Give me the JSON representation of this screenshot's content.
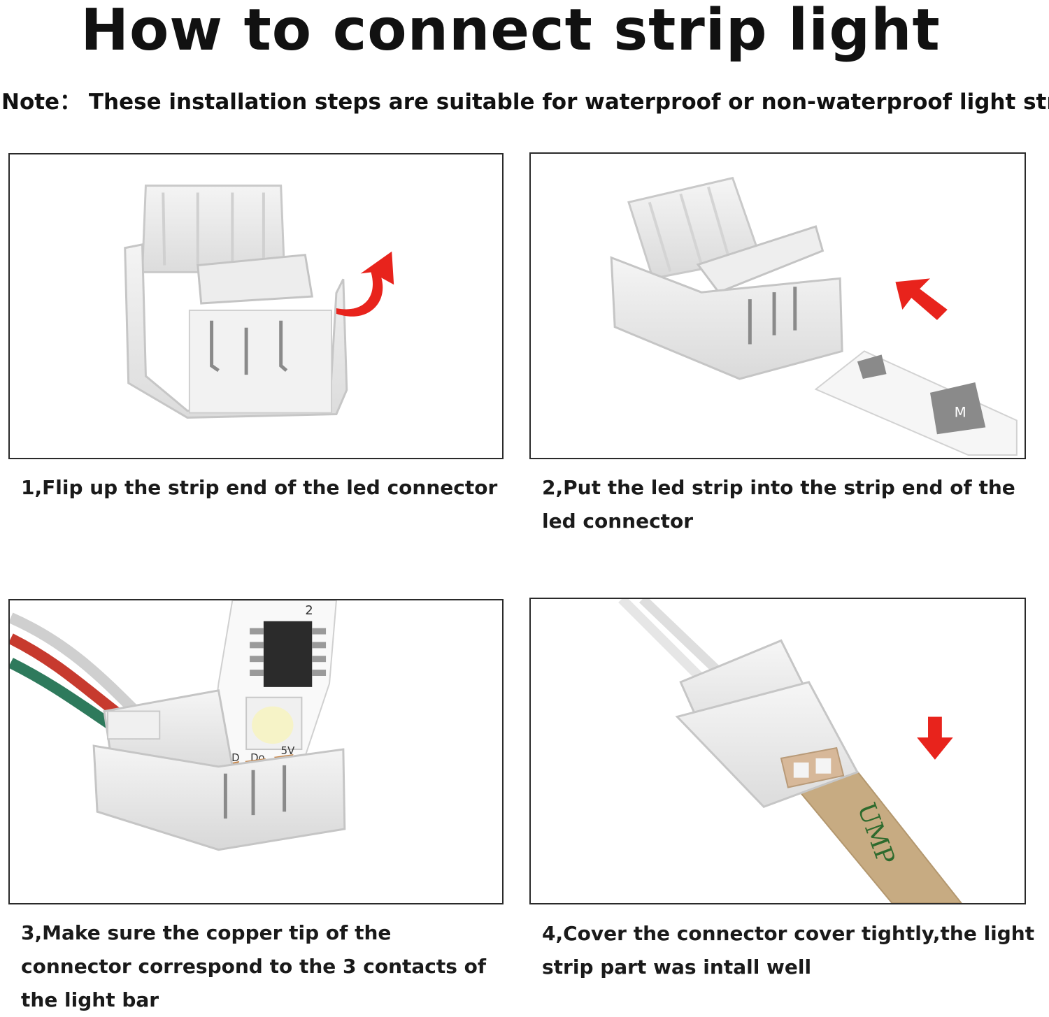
{
  "title": "How to connect strip light",
  "note": "Note： These installation steps are suitable for waterproof or non-waterproof light strips",
  "steps": [
    {
      "caption": "1,Flip up the strip end of the led connector",
      "arrow_color": "#e8231c"
    },
    {
      "caption": "2,Put the led strip into the strip end of the led connector",
      "arrow_color": "#e8231c"
    },
    {
      "caption": "3,Make sure the copper tip of the connector correspond to the 3 contacts of the light bar",
      "arrow_color": "#e8231c"
    },
    {
      "caption": "4,Cover the connector cover tightly,the light strip part was intall well",
      "arrow_color": "#e8231c"
    }
  ],
  "photo_labels": {
    "strip_mark": "M",
    "ic_label": "2",
    "pad_labels": [
      "GND",
      "Do",
      "5V"
    ],
    "tape_text": "UMP"
  }
}
